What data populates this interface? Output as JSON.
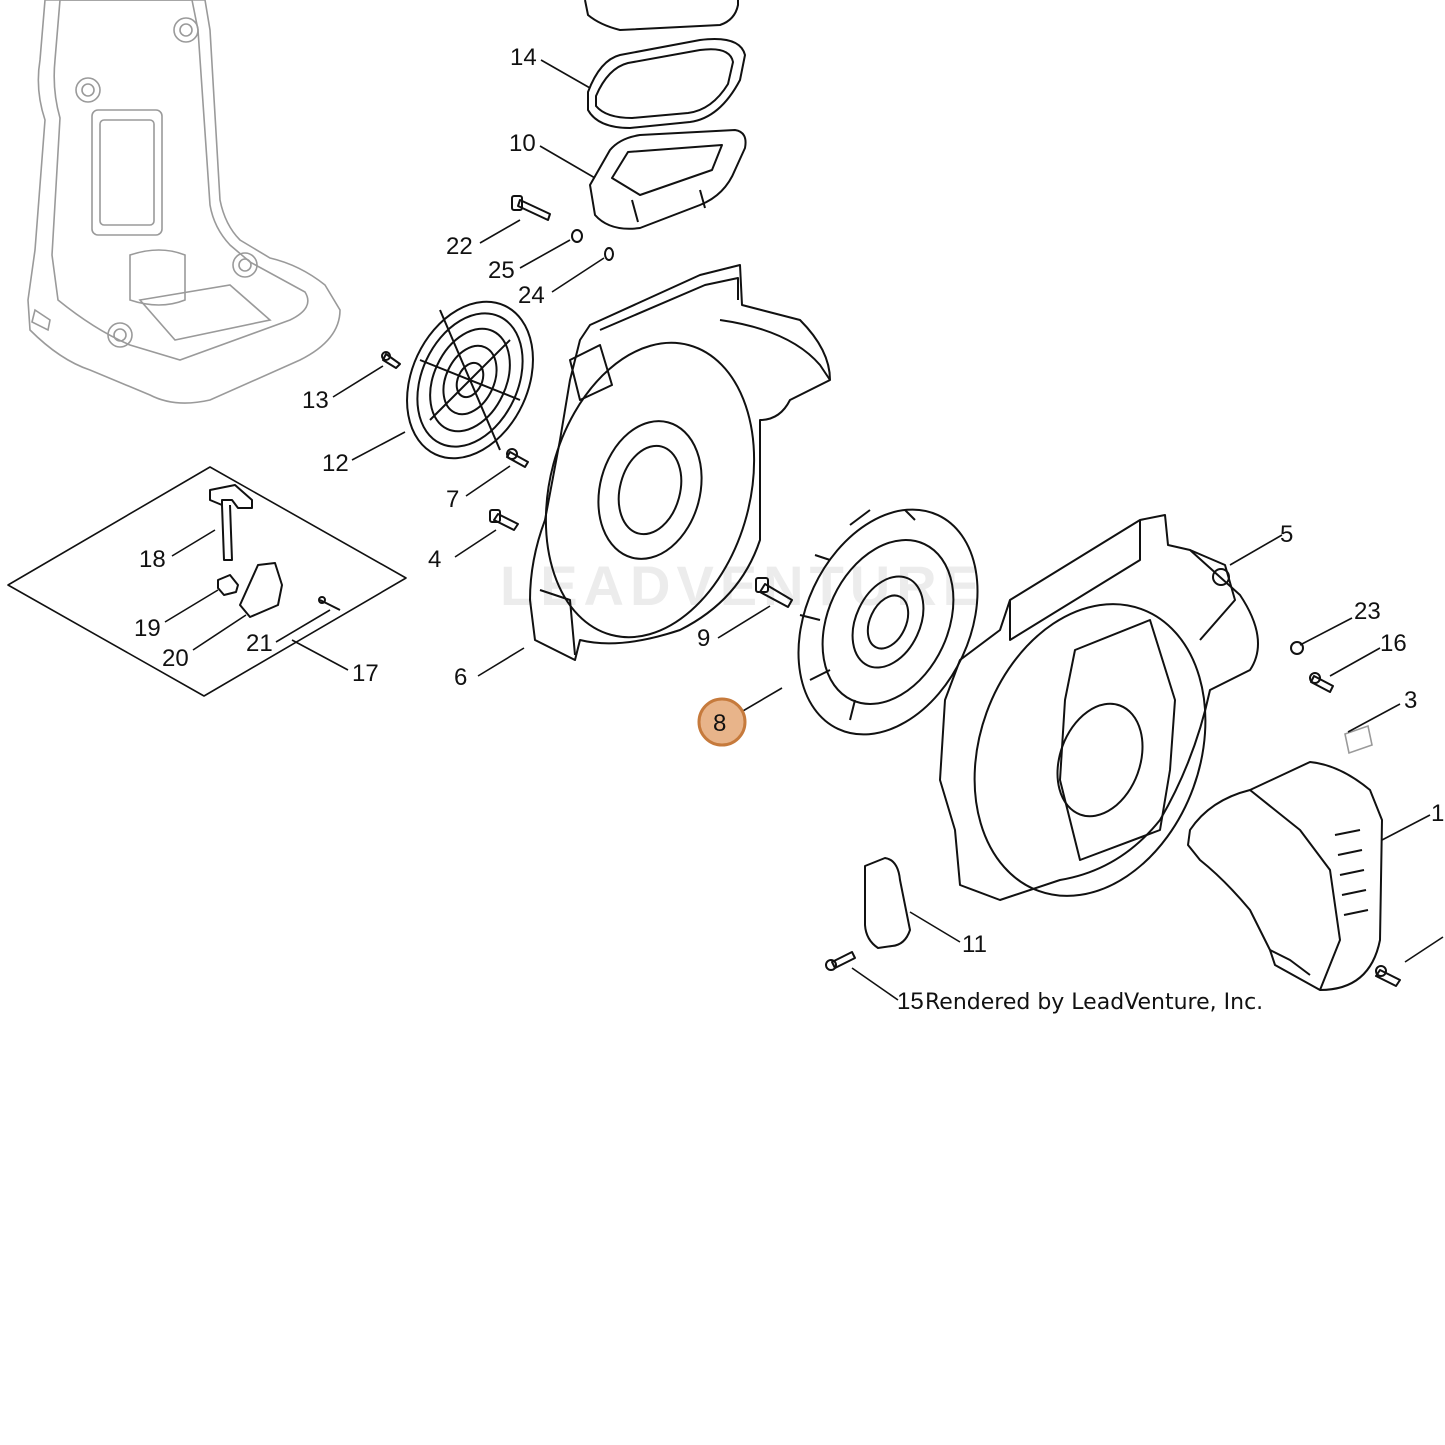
{
  "watermark": "LEADVENTURE",
  "credit": "Rendered by LeadVenture, Inc.",
  "highlighted_callout": "8",
  "colors": {
    "highlight_fill": "#e8b48a",
    "highlight_stroke": "#c67a3c",
    "line": "#111111",
    "faded_part": "#9a9a9a"
  },
  "callouts": {
    "c14": "14",
    "c10": "10",
    "c22": "22",
    "c25": "25",
    "c24": "24",
    "c13": "13",
    "c12": "12",
    "c7": "7",
    "c4": "4",
    "c6": "6",
    "c18": "18",
    "c19": "19",
    "c20": "20",
    "c21": "21",
    "c17": "17",
    "c9": "9",
    "c8": "8",
    "c5": "5",
    "c23": "23",
    "c16": "16",
    "c3": "3",
    "c1": "1",
    "c11": "11",
    "c15": "15"
  }
}
